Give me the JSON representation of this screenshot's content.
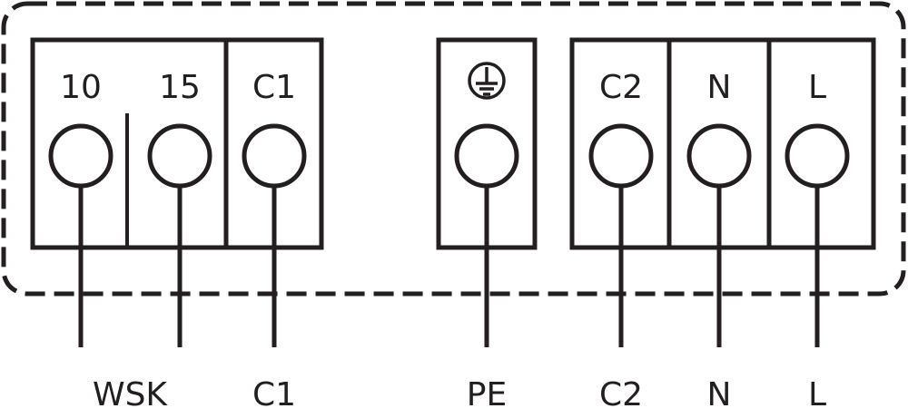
{
  "colors": {
    "stroke": "#231f20",
    "background": "#ffffff"
  },
  "blocks": [
    {
      "terminals": [
        {
          "label": "10"
        },
        {
          "label": "15"
        },
        {
          "label": "C1"
        }
      ]
    },
    {
      "terminals": [
        {
          "label": "",
          "icon": "earth-ground-icon"
        }
      ]
    },
    {
      "terminals": [
        {
          "label": "C2"
        },
        {
          "label": "N"
        },
        {
          "label": "L"
        }
      ]
    }
  ],
  "bottom_labels": [
    "WSK",
    "C1",
    "PE",
    "C2",
    "N",
    "L"
  ]
}
